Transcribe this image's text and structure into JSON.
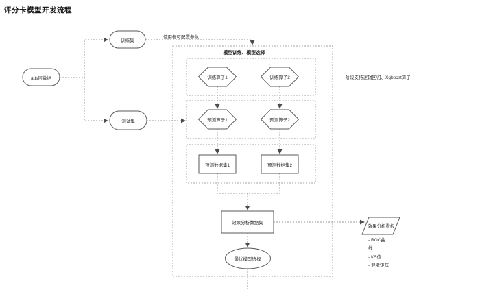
{
  "title": "评分卡模型开发流程",
  "colors": {
    "node_border": "#595959",
    "connector": "#999999",
    "container_border": "#a6a6a6",
    "arrowhead": "#4d4d4d",
    "text": "#333333",
    "background": "#ffffff"
  },
  "annotations": {
    "config_param": "使用者可配置参数",
    "stage_note": "一阶段支持逻辑回归、Xgboost算子"
  },
  "nodes": {
    "source": "ads层数据",
    "train_set": "训练集",
    "test_set": "测试集",
    "group_label": "模型训练、模型选择",
    "train_op1": "训练算子1",
    "train_op2": "训练算子2",
    "predict_op1": "预测算子1",
    "predict_op2": "预测算子2",
    "predict_ds1": "预测数据集1",
    "predict_ds2": "预测数据集2",
    "analysis_ds": "效果分析数据集",
    "best_model": "最优模型选择",
    "dashboard": "效果分析看板"
  },
  "dashboard_metrics": [
    "- ROC曲",
    "线",
    "- KS值",
    "- 混淆矩阵"
  ]
}
